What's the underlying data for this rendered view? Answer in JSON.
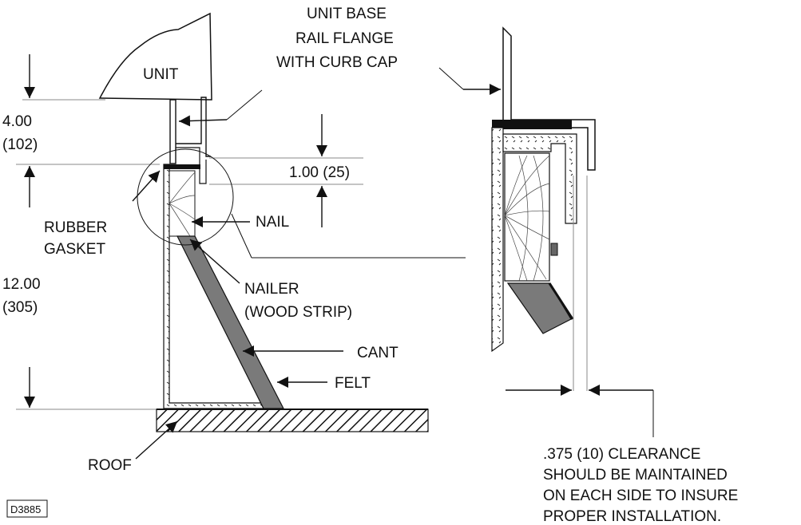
{
  "labels": {
    "unit": "UNIT",
    "rail_1": "UNIT BASE",
    "rail_2": "RAIL FLANGE",
    "rail_3": "WITH CURB CAP",
    "dim_4": "4.00",
    "dim_4_mm": "(102)",
    "dim_1": "1.00 (25)",
    "gasket_1": "RUBBER",
    "gasket_2": "GASKET",
    "nail": "NAIL",
    "dim_12": "12.00",
    "dim_12_mm": "(305)",
    "nailer_1": "NAILER",
    "nailer_2": "(WOOD STRIP)",
    "cant": "CANT",
    "felt": "FELT",
    "roof": "ROOF",
    "note_1": ".375 (10) CLEARANCE",
    "note_2": "SHOULD BE MAINTAINED",
    "note_3": "ON EACH SIDE TO INSURE",
    "note_4": "PROPER INSTALLATION.",
    "drawing_id": "D3885"
  }
}
